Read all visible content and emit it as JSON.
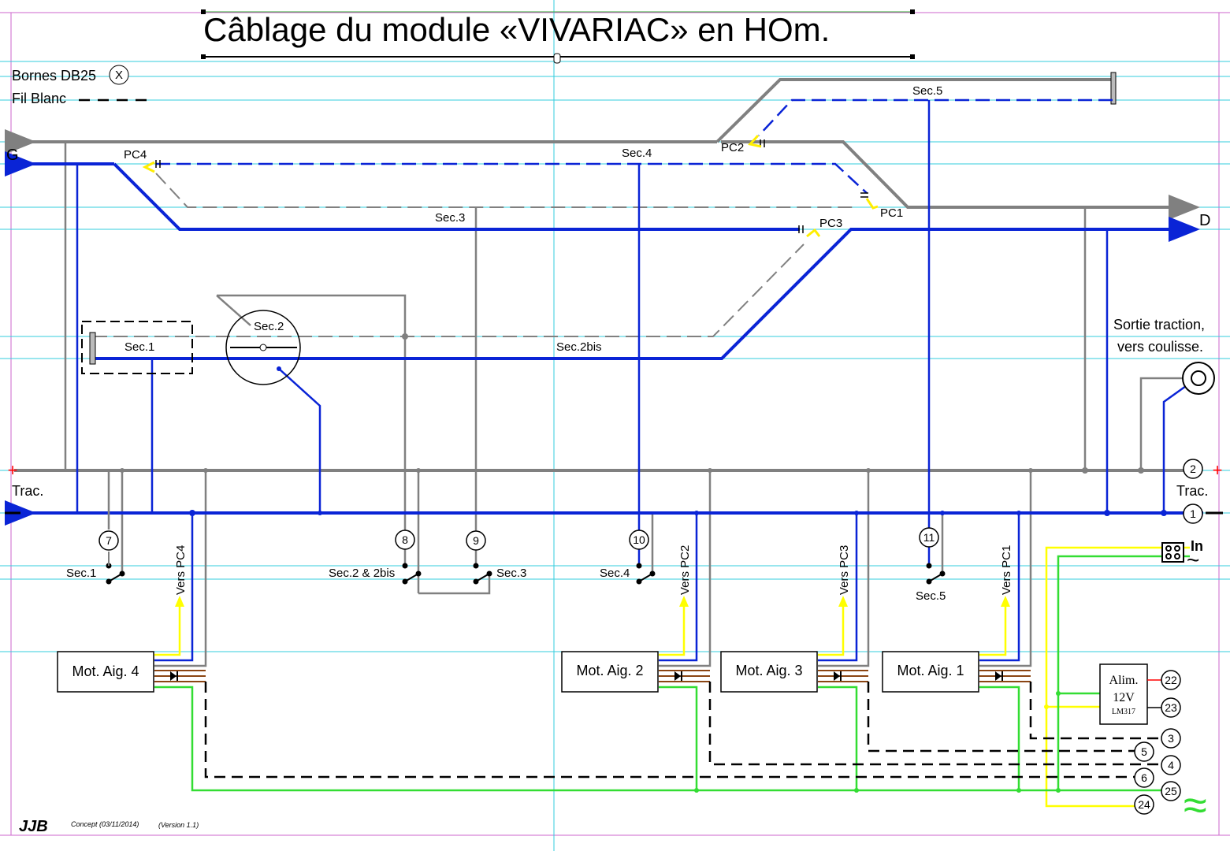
{
  "title": "Câblage du module «VIVARIAC» en HOm.",
  "legend": {
    "bornes": "Bornes DB25",
    "bornes_symbol": "X",
    "fil_blanc": "Fil Blanc"
  },
  "direction": {
    "left": "G",
    "right": "D"
  },
  "sections": {
    "sec1": "Sec.1",
    "sec2": "Sec.2",
    "sec2bis": "Sec.2bis",
    "sec3": "Sec.3",
    "sec4": "Sec.4",
    "sec5": "Sec.5"
  },
  "points": {
    "pc1": "PC1",
    "pc2": "PC2",
    "pc3": "PC3",
    "pc4": "PC4"
  },
  "sortie": {
    "line1": "Sortie traction,",
    "line2": "vers coulisse."
  },
  "traction": {
    "label": "Trac.",
    "plus": "+",
    "minus": "−"
  },
  "terminals": {
    "t1": "1",
    "t2": "2",
    "t3": "3",
    "t4": "4",
    "t5": "5",
    "t6": "6",
    "t7": "7",
    "t8": "8",
    "t9": "9",
    "t10": "10",
    "t11": "11",
    "t22": "22",
    "t23": "23",
    "t24": "24",
    "t25": "25"
  },
  "switches": {
    "s1": "Sec.1",
    "s2": "Sec.2 & 2bis",
    "s3": "Sec.3",
    "s4": "Sec.4",
    "s5": "Sec.5"
  },
  "vers": {
    "pc4": "Vers PC4",
    "pc2": "Vers PC2",
    "pc3": "Vers PC3",
    "pc1": "Vers PC1"
  },
  "motors": {
    "m4": "Mot. Aig. 4",
    "m2": "Mot. Aig. 2",
    "m3": "Mot. Aig. 3",
    "m1": "Mot. Aig. 1"
  },
  "alim": {
    "line1": "Alim.",
    "line2": "12V",
    "line3": "LM317"
  },
  "input": {
    "label": "In",
    "ac": "~"
  },
  "ac_out": "≈",
  "footer": {
    "logo": "JJB",
    "concept": "Concept  (03/11/2014)",
    "version": "(Version 1.1)"
  },
  "colors": {
    "gray": "#808080",
    "blue": "#0a24d6",
    "yellow": "#ffff00",
    "green": "#33dd33",
    "brown": "#8b4513",
    "cyan_guide": "#33ccdd",
    "magenta_guide": "#cc66cc",
    "red": "#ff0000"
  }
}
